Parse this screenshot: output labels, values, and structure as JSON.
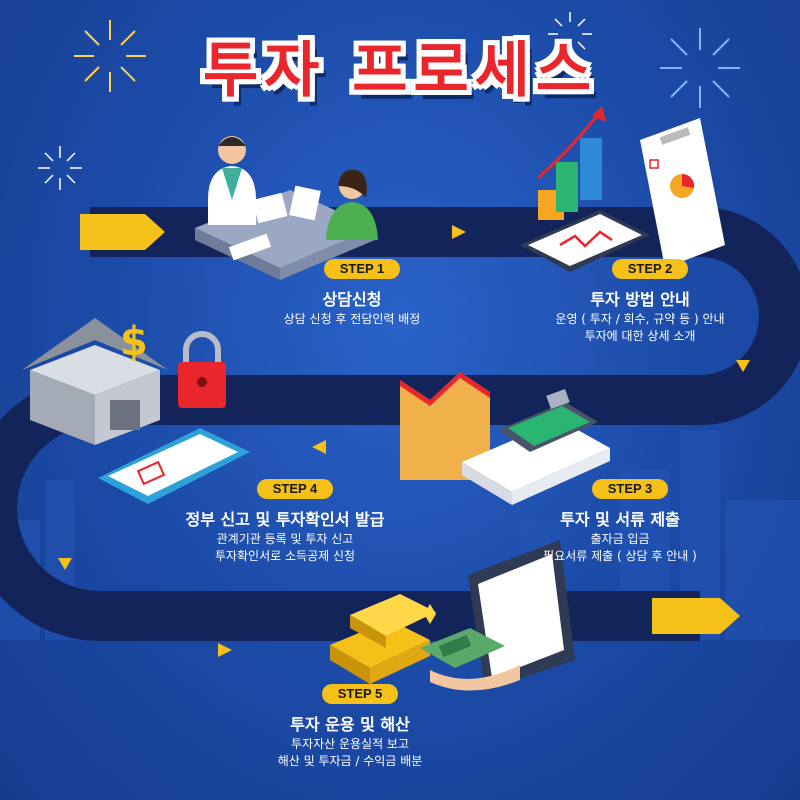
{
  "title": "투자 프로세스",
  "steps": [
    {
      "badge": "STEP 1",
      "title": "상담신청",
      "lines": [
        "상담 신청 후 전담인력 배정"
      ]
    },
    {
      "badge": "STEP 2",
      "title": "투자 방법 안내",
      "lines": [
        "운영 ( 투자 / 회수, 규약 등 ) 안내",
        "투자에 대한 상세 소개"
      ]
    },
    {
      "badge": "STEP 3",
      "title": "투자 및 서류 제출",
      "lines": [
        "출자금 입금",
        "필요서류 제출 ( 상담 후 안내 )"
      ]
    },
    {
      "badge": "STEP 4",
      "title": "정부 신고 및 투자확인서 발급",
      "lines": [
        "관계기관 등록 및 투자 신고",
        "투자확인서로 소득공제 신청"
      ]
    },
    {
      "badge": "STEP 5",
      "title": "투자 운용 및 해산",
      "lines": [
        "투자자산 운용실적 보고",
        "해산 및 투자금 / 수익금 배분"
      ]
    }
  ],
  "colors": {
    "background": "#1d4aa8",
    "path": "#13245a",
    "accent": "#f5c018",
    "title": "#e8262c"
  }
}
